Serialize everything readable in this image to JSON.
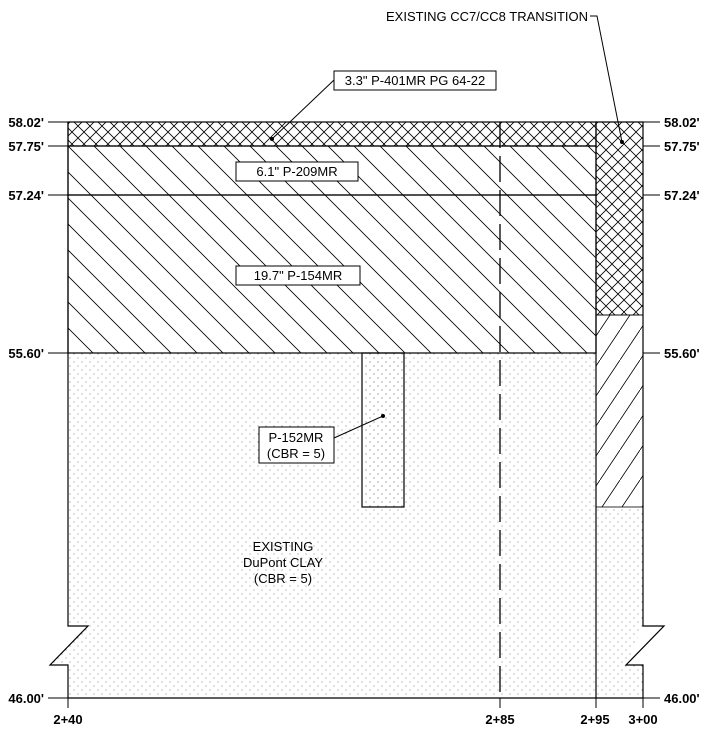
{
  "callouts": {
    "transition": "EXISTING CC7/CC8 TRANSITION",
    "p401": "3.3\" P-401MR PG 64-22",
    "p209": "6.1\" P-209MR",
    "p154": "19.7\" P-154MR",
    "p152_line1": "P-152MR",
    "p152_line2": "(CBR = 5)",
    "clay_line1": "EXISTING",
    "clay_line2": "DuPont CLAY",
    "clay_line3": "(CBR = 5)"
  },
  "elevations_left": {
    "e1": "58.02'",
    "e2": "57.75'",
    "e3": "57.24'",
    "e4": "55.60'",
    "e5": "46.00'"
  },
  "elevations_right": {
    "e1": "58.02'",
    "e2": "57.75'",
    "e3": "57.24'",
    "e4": "55.60'",
    "e5": "46.00'"
  },
  "stations": {
    "s1": "2+40",
    "s2": "2+85",
    "s3": "2+95",
    "s4": "3+00"
  }
}
